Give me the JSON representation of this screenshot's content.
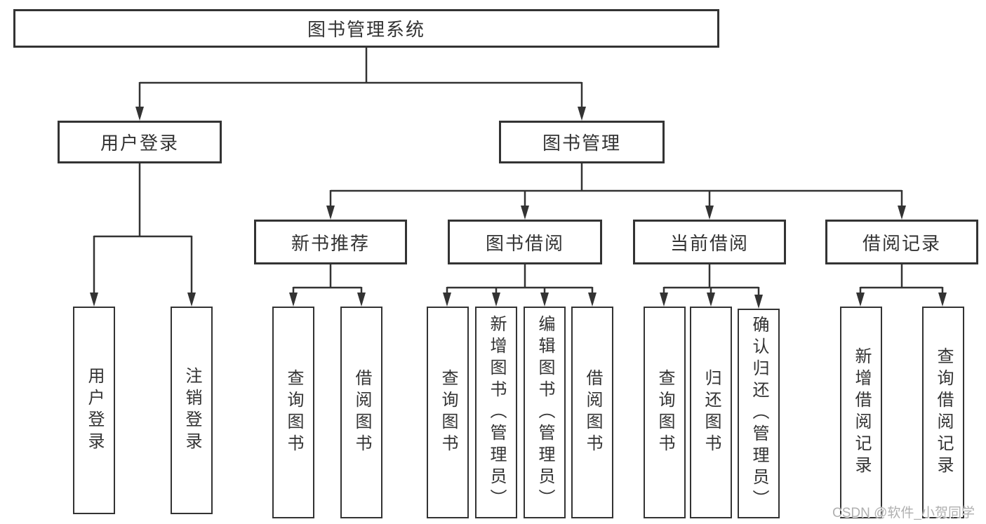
{
  "diagram": {
    "root": {
      "label": "图书管理系统"
    },
    "branches": [
      {
        "label": "用户登录",
        "leaves": [
          {
            "label": "用户登录"
          },
          {
            "label": "注销登录"
          }
        ]
      },
      {
        "label": "图书管理",
        "groups": [
          {
            "label": "新书推荐",
            "leaves": [
              {
                "label": "查询图书"
              },
              {
                "label": "借阅图书"
              }
            ]
          },
          {
            "label": "图书借阅",
            "leaves": [
              {
                "label": "查询图书"
              },
              {
                "label": "新增图书（管理员）"
              },
              {
                "label": "编辑图书（管理员）"
              },
              {
                "label": "借阅图书"
              }
            ]
          },
          {
            "label": "当前借阅",
            "leaves": [
              {
                "label": "查询图书"
              },
              {
                "label": "归还图书"
              },
              {
                "label": "确认归还（管理员）"
              }
            ]
          },
          {
            "label": "借阅记录",
            "leaves": [
              {
                "label": "新增借阅记录"
              },
              {
                "label": "查询借阅记录"
              }
            ]
          }
        ]
      }
    ]
  },
  "colors": {
    "line": "#333333",
    "text": "#333333",
    "background": "#ffffff",
    "watermark": "#b0b0b0"
  },
  "watermark": {
    "text": "CSDN @软件_小贺同学"
  }
}
